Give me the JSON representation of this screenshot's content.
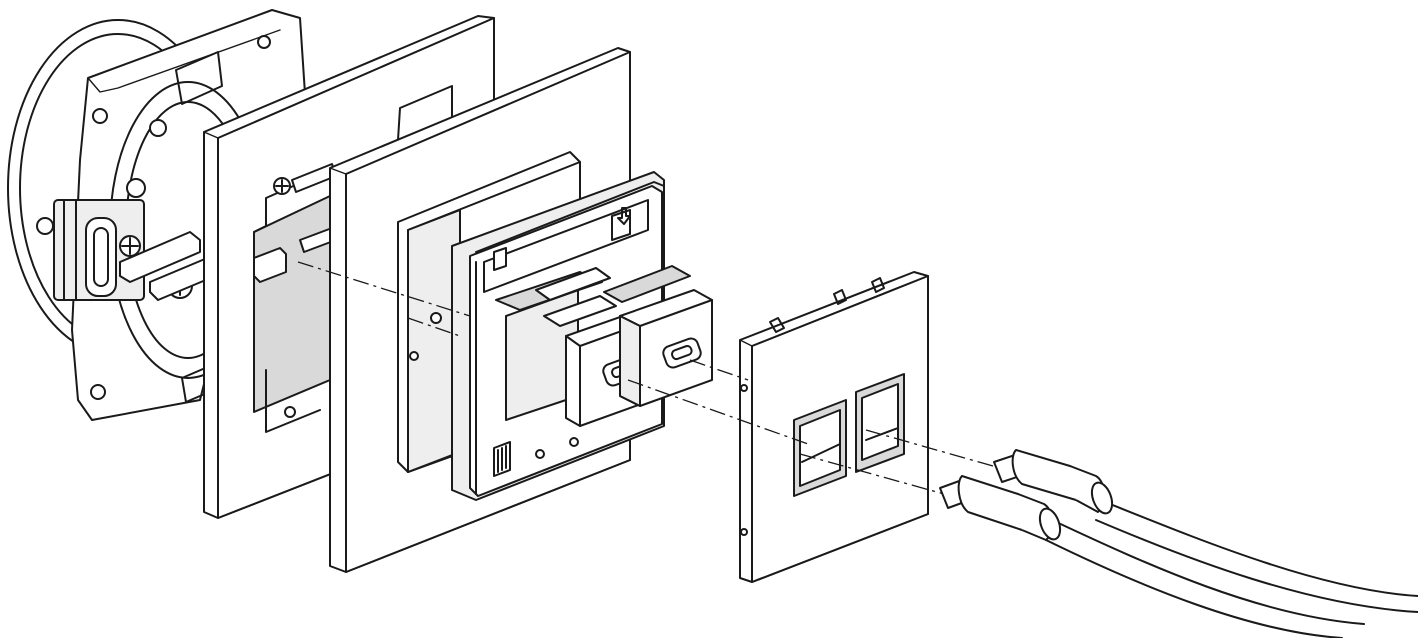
{
  "colors": {
    "line": "#1a1a1a",
    "panel": "#ffffff",
    "shade": "#eeeeee",
    "shade2": "#d9d9d9"
  },
  "parts": [
    {
      "id": "mounting-box",
      "icon": "round-mounting-plate"
    },
    {
      "id": "frame-inner",
      "icon": "square-frame"
    },
    {
      "id": "frame-outer",
      "icon": "square-frame"
    },
    {
      "id": "usb-c-module",
      "icon": "dual-usb-c-insert"
    },
    {
      "id": "cover-plate",
      "icon": "two-opening-cover"
    },
    {
      "id": "usb-c-cables",
      "icon": "usb-c-plug"
    }
  ]
}
